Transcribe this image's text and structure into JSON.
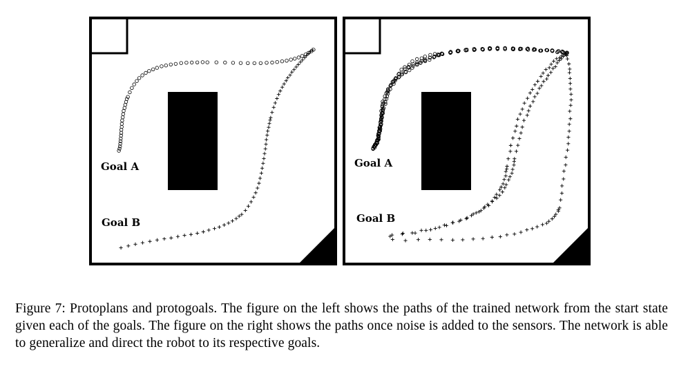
{
  "figure": {
    "left_panel": {
      "goal_a_label": "Goal A",
      "goal_b_label": "Goal B"
    },
    "right_panel": {
      "goal_a_label": "Goal A",
      "goal_b_label": "Goal B"
    }
  },
  "caption": {
    "label": "Figure 7:",
    "text": "Protoplans and protogoals. The figure on the left shows the paths of the trained network from the start state given each of the goals. The figure on the right shows the paths once noise is added to the sensors. The network is able to generalize and direct the robot to its respective goals."
  }
}
